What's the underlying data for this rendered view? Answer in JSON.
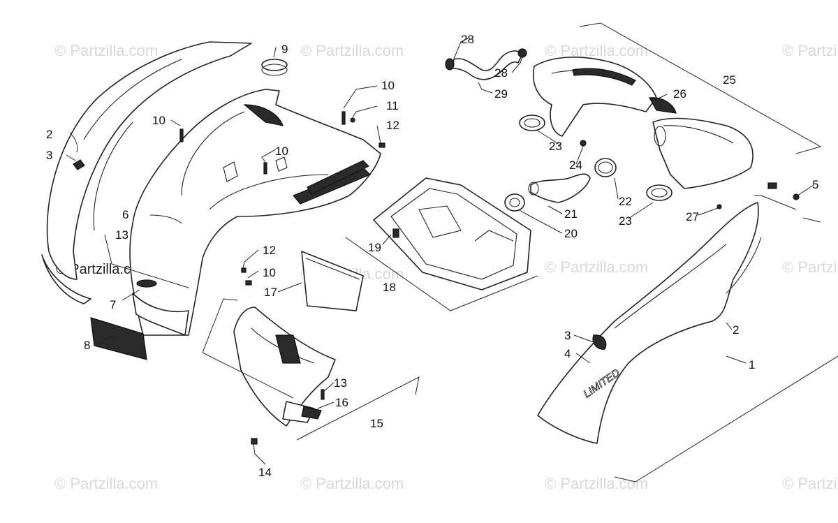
{
  "watermark_text": "© Partzilla.com",
  "brand_logo_text": "LIMITED",
  "callouts": [
    "1",
    "2",
    "2",
    "3",
    "3",
    "4",
    "5",
    "6",
    "7",
    "8",
    "9",
    "10",
    "10",
    "10",
    "10",
    "11",
    "12",
    "12",
    "13",
    "13",
    "14",
    "15",
    "16",
    "17",
    "18",
    "19",
    "20",
    "21",
    "22",
    "23",
    "23",
    "24",
    "25",
    "26",
    "27",
    "28",
    "28",
    "29"
  ]
}
